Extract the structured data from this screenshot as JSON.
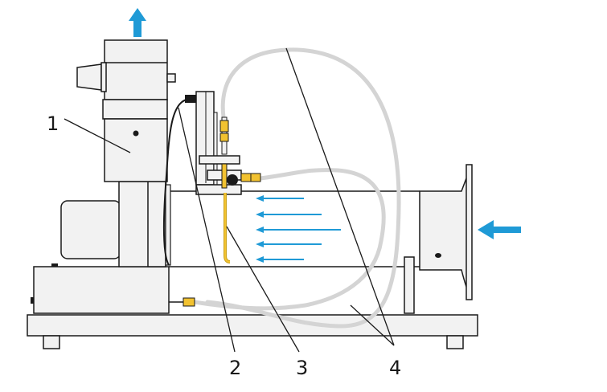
{
  "labels": {
    "one": "1",
    "two": "2",
    "three": "3",
    "four": "4"
  },
  "colors": {
    "outline": "#1a1a1a",
    "body_fill": "#f2f2f2",
    "dark_fill": "#dcdcdc",
    "arrow": "#1f9ad6",
    "tube": "#d4d4d4",
    "fitting": "#f2c230"
  },
  "icons": {
    "exhaust_arrow": "arrow-up-icon",
    "inlet_arrow": "arrow-left-icon",
    "flow_arrows": "arrow-left-icon"
  }
}
